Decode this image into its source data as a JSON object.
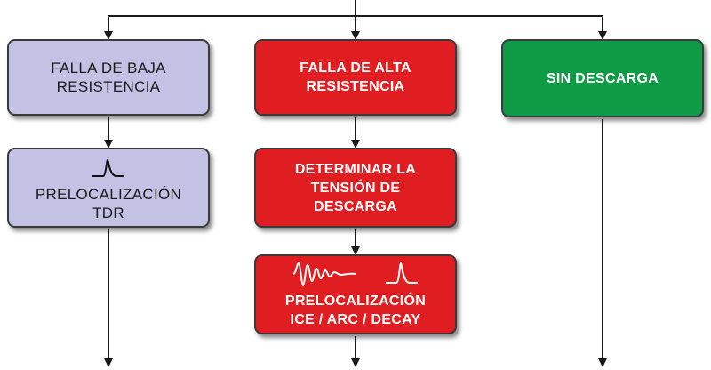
{
  "colors": {
    "low_resistance": "#c4c2e4",
    "high_resistance": "#e01e22",
    "no_discharge": "#0f9a46",
    "line": "#1a1a1a"
  },
  "boxes": {
    "low_fault": "FALLA DE BAJA\nRESISTENCIA",
    "high_fault": "FALLA DE ALTA\nRESISTENCIA",
    "no_discharge": "SIN DESCARGA",
    "tdr": "PRELOCALIZACIÓN\nTDR",
    "voltage": "DETERMINAR LA\nTENSIÓN DE\nDESCARGA",
    "ice": "PRELOCALIZACIÓN\nICE / ARC / DECAY"
  },
  "icons": {
    "tdr": "tdr-pulse-icon",
    "ice_oscillation": "oscillation-wave-icon",
    "ice_pulse": "decay-pulse-icon"
  }
}
